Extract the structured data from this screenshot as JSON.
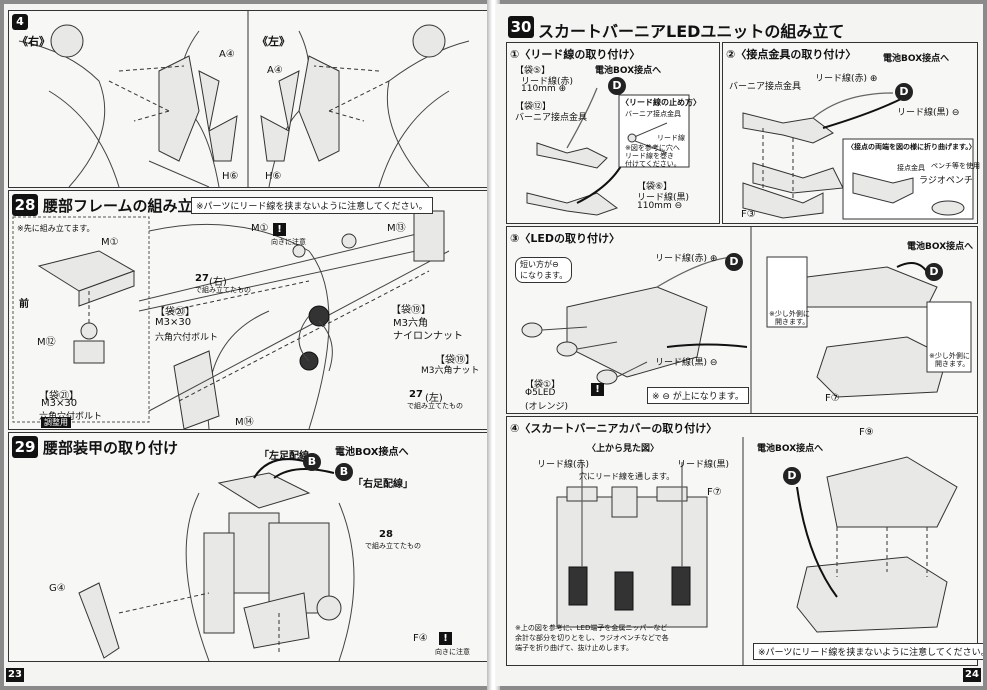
{
  "left_page": {
    "page_number": "23",
    "step4": {
      "number": "4",
      "right_label": "《右》",
      "left_label": "《左》",
      "part_a_r": "A④",
      "part_h_r": "H⑥",
      "part_a_l": "A④",
      "part_h_l": "H⑥"
    },
    "step28": {
      "number": "28",
      "title": "腰部フレームの組み立て",
      "caution": "※パーツにリード線を挟まないように注意してください。",
      "pre_assemble": "※先に組み立てます。",
      "front": "前",
      "m1a": "M①",
      "m1b": "M①",
      "m12": "M⑫",
      "m13": "M⑬",
      "m14": "M⑭",
      "ref27r": "27",
      "ref27r_label": "(右)",
      "ref27r_note": "で組み立てたもの",
      "ref27l": "27",
      "ref27l_label": "(左)",
      "ref27l_note": "で組み立てたもの",
      "bag21_label": "【袋⑳】",
      "bolt_m3x30": "M3×30",
      "bolt_hex": "六角穴付ボルト",
      "bag19a_label": "【袋⑲】",
      "nut_nylon": "M3六角",
      "nut_nylon2": "ナイロンナット",
      "bag19b_label": "【袋⑲】",
      "nut_hex": "M3六角ナット",
      "bag21b_label": "【袋㉑】",
      "bolt_b1": "M3×30",
      "bolt_b2": "六角穴付ボルト",
      "bolt_b3": "調整用",
      "direction_note": "向きに注意",
      "bang_note": "向きに注意"
    },
    "step29": {
      "number": "29",
      "title": "腰部装甲の取り付け",
      "battery": "電池BOX接点へ",
      "left_wire": "「左足配線」",
      "right_wire": "「右足配線」",
      "ref28": "28",
      "ref28_note": "で組み立てたもの",
      "g4": "G④",
      "f4": "F④",
      "conn_b": "B",
      "conn_b2": "B",
      "f4_note": "向きに注意"
    }
  },
  "right_page": {
    "page_number": "24",
    "step30": {
      "number": "30",
      "title": "スカートバーニアLEDユニットの組み立て"
    },
    "sub1": {
      "title": "①〈リード線の取り付け〉",
      "bag5": "【袋⑤】",
      "lead_red": "リード線(赤)",
      "len_red": "110mm ⊕",
      "battery": "電池BOX接点へ",
      "bag12": "【袋⑫】",
      "terminal": "バーニア接点金具",
      "bag6": "【袋⑥】",
      "lead_black": "リード線(黒)",
      "len_black": "110mm ⊖",
      "howto_title": "〈リード線の止め方〉",
      "howto_terminal": "バーニア接点金具",
      "howto_lead": "リード線",
      "howto_note1": "※図を参考に穴へ",
      "howto_note2": "リード線を巻き",
      "howto_note3": "付けてください。",
      "conn_d": "D"
    },
    "sub2": {
      "title": "②〈接点金具の取り付け〉",
      "battery": "電池BOX接点へ",
      "terminal": "バーニア接点金具",
      "lead_red": "リード線(赤) ⊕",
      "lead_black": "リード線(黒) ⊖",
      "note_title": "〈接点の両端を図の様に折り曲げます。〉",
      "pliers": "ラジオペンチ",
      "contact": "接点金具",
      "f3": "F③",
      "conn_d": "D",
      "bend": "ペンチ等を使用"
    },
    "sub3": {
      "title": "③〈LEDの取り付け〉",
      "lead_red": "リード線(赤) ⊕",
      "short_side": "短い方が⊖",
      "short_side2": "になります。",
      "lead_black": "リード線(黒) ⊖",
      "bag1": "【袋①】",
      "led": "Φ5LED",
      "led_color": "(オレンジ)",
      "minus_up": "※ ⊖ が上になります。",
      "battery": "電池BOX接点へ",
      "bend1a": "※少し外側に",
      "bend1b": "開きます。",
      "bend2a": "※少し外側に",
      "bend2b": "開きます。",
      "f7": "F⑦",
      "conn_d": "D",
      "conn_d2": "D"
    },
    "sub4": {
      "title": "④〈スカートバーニアカバーの取り付け〉",
      "top_view": "〈上から見た図〉",
      "lead_red": "リード線(赤)",
      "lead_black": "リード線(黒)",
      "hole_note": "穴にリード線を通します。",
      "f7": "F⑦",
      "cut_note1": "※上の図を参考に、LED端子を金属ニッパーなど",
      "cut_note2": "余計な部分を切りとをし、ラジオペンチなどで各",
      "cut_note3": "端子を折り曲げて、抜け止めします。",
      "battery": "電池BOX接点へ",
      "f9": "F⑨",
      "caution": "※パーツにリード線を挟まないように注意してください。",
      "conn_d": "D"
    }
  },
  "colors": {
    "ink": "#111111",
    "paper": "#f4f4f2",
    "panel": "#f7f7f5"
  }
}
